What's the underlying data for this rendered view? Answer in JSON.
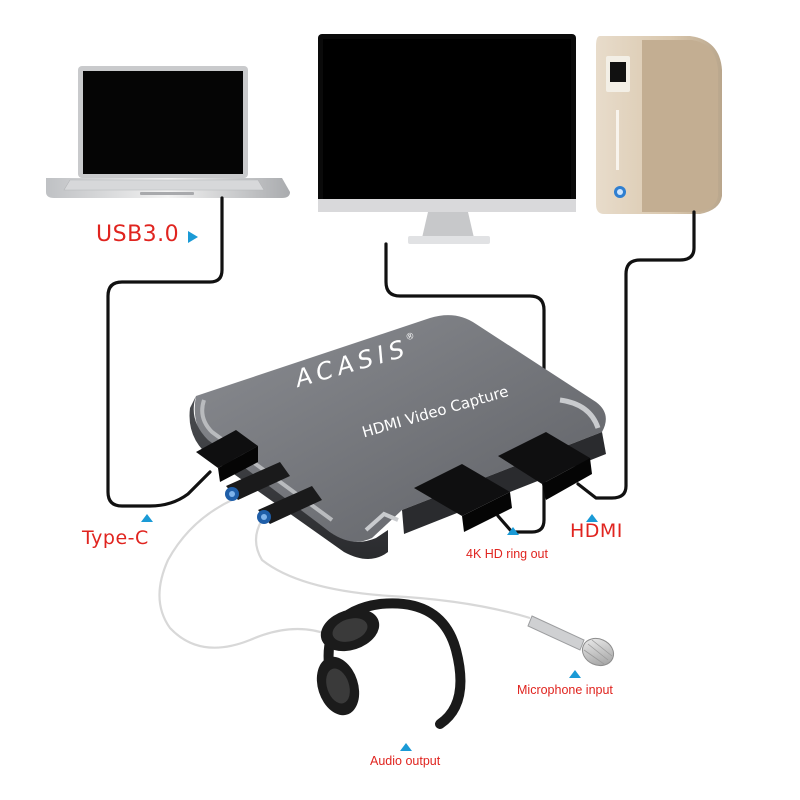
{
  "labels": {
    "usb": "USB3.0",
    "type_c": "Type-C",
    "hdmi": "HDMI",
    "ring_out": "4K HD ring out",
    "mic_input": "Microphone input",
    "audio_output": "Audio output"
  },
  "device": {
    "brand": "ACASIS",
    "registered": "®",
    "product": "HDMI Video Capture"
  },
  "colors": {
    "label_red": "#e0241f",
    "arrow_blue": "#1a9ad6",
    "body_gray": "#6e7075",
    "cable_black": "#111111"
  }
}
